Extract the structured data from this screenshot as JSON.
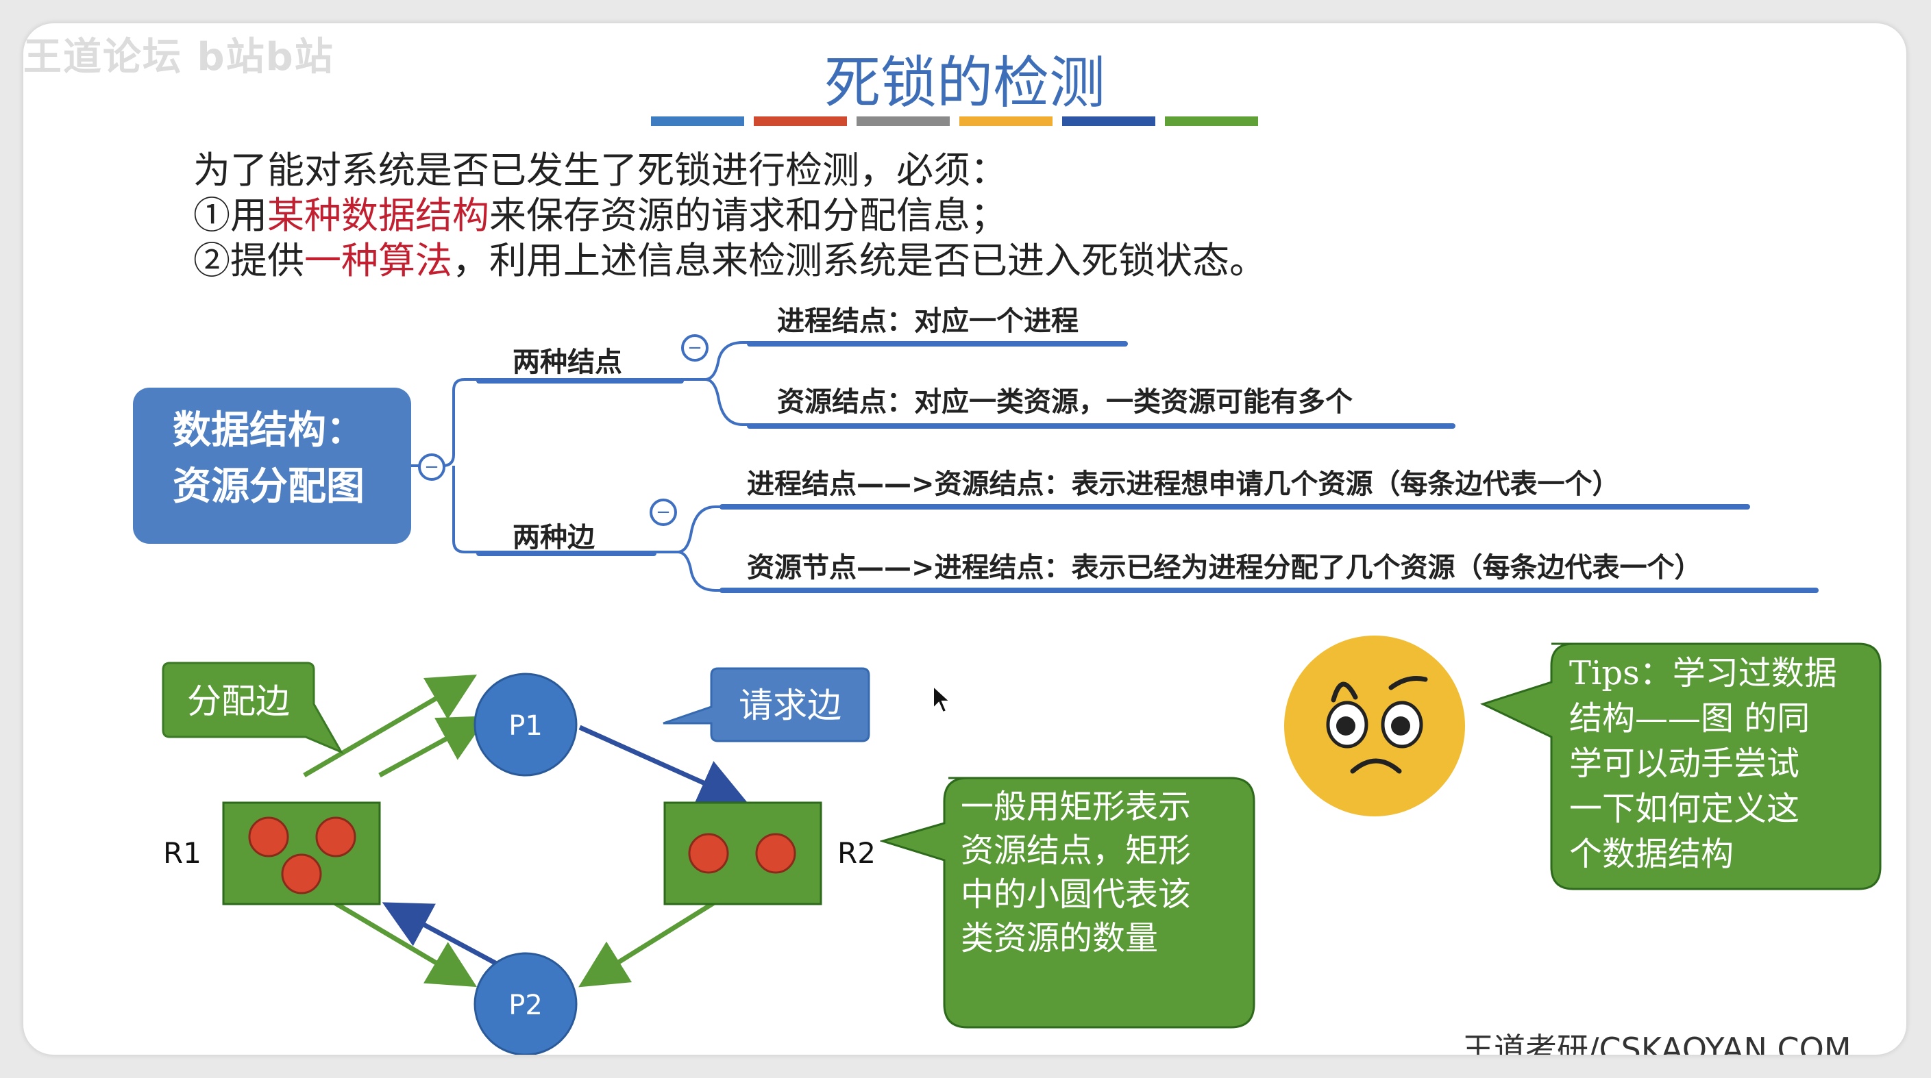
{
  "watermark": "王道论坛 b站b站",
  "title": "死锁的检测",
  "color_bar": [
    "#3d7cc0",
    "#d04a2f",
    "#8a8a8a",
    "#f1ad32",
    "#2d55a6",
    "#5fa136"
  ],
  "intro": {
    "line1": "为了能对系统是否已发生了死锁进行检测，必须：",
    "line2_prefix": "①用",
    "line2_red": "某种数据结构",
    "line2_suffix": "来保存资源的请求和分配信息；",
    "line3_prefix": "②提供",
    "line3_red": "一种算法",
    "line3_suffix": "，利用上述信息来检测系统是否已进入死锁状态。"
  },
  "mindmap": {
    "root_line1": "数据结构：",
    "root_line2": "资源分配图",
    "branch_nodes": {
      "label": "两种结点",
      "child1": "进程结点：对应一个进程",
      "child2": "资源结点：对应一类资源，一类资源可能有多个"
    },
    "branch_edges": {
      "label": "两种边",
      "child1": "进程结点——>资源结点：表示进程想申请几个资源（每条边代表一个）",
      "child2": "资源节点——>进程结点：表示已经为进程分配了几个资源（每条边代表一个）"
    },
    "collapse_symbol": "−"
  },
  "graph": {
    "allocation_edge_label": "分配边",
    "request_edge_label": "请求边",
    "p1": "P1",
    "p2": "P2",
    "r1": "R1",
    "r2": "R2",
    "r1_instances": 3,
    "r2_instances": 2,
    "rect_note": "一般用矩形表示\n资源结点，矩形\n中的小圆代表该\n类资源的数量"
  },
  "tips": "Tips：学习过数据\n结构——图 的同\n学可以动手尝试\n一下如何定义这\n个数据结构",
  "footer": "王道考研/CSKAOYAN.COM",
  "colors": {
    "title_blue": "#3d6eb7",
    "root_blue": "#4f7fc3",
    "line_blue": "#3f6fc0",
    "green": "#5a9a37",
    "node_blue": "#3f78c2",
    "emphasis_red": "#c22030",
    "instance_red": "#d9472e",
    "face_yellow": "#f1bd35"
  }
}
